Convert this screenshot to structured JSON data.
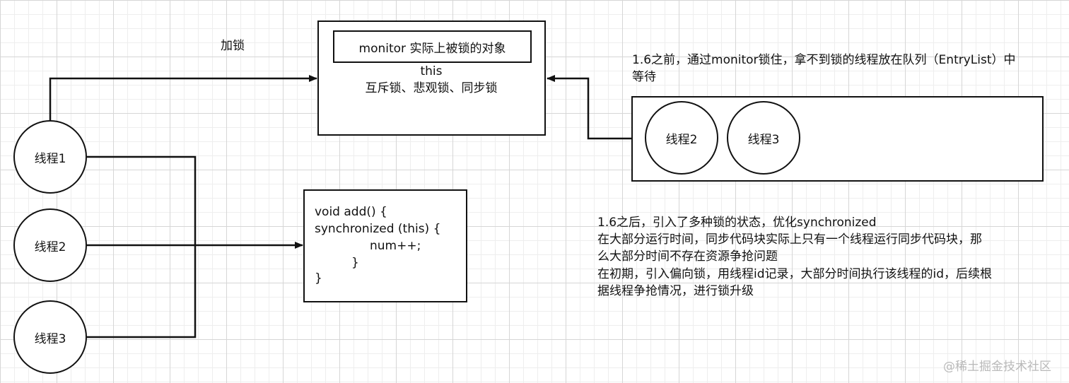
{
  "lock_label": "加锁",
  "monitor_box": {
    "title": "monitor 实际上被锁的对象",
    "subject": "this",
    "lock_types": "互斥锁、悲观锁、同步锁"
  },
  "threads": [
    "线程1",
    "线程2",
    "线程3"
  ],
  "queue": {
    "note_line1": "1.6之前，通过monitor锁住，拿不到锁的线程放在队列（EntryList）中",
    "note_line2": "等待",
    "threads": [
      "线程2",
      "线程3"
    ]
  },
  "code": {
    "lines": [
      "void add() {",
      "synchronized (this) {",
      "num++;",
      "}",
      "}"
    ]
  },
  "after_note": {
    "lines": [
      "1.6之后，引入了多种锁的状态，优化synchronized",
      "在大部分运行时间，同步代码块实际上只有一个线程运行同步代码块，那",
      "么大部分时间不存在资源争抢问题",
      "在初期，引入偏向锁，用线程id记录，大部分时间执行该线程的id，后续根",
      "据线程争抢情况，进行锁升级"
    ]
  },
  "watermark": "@稀土掘金技术社区"
}
